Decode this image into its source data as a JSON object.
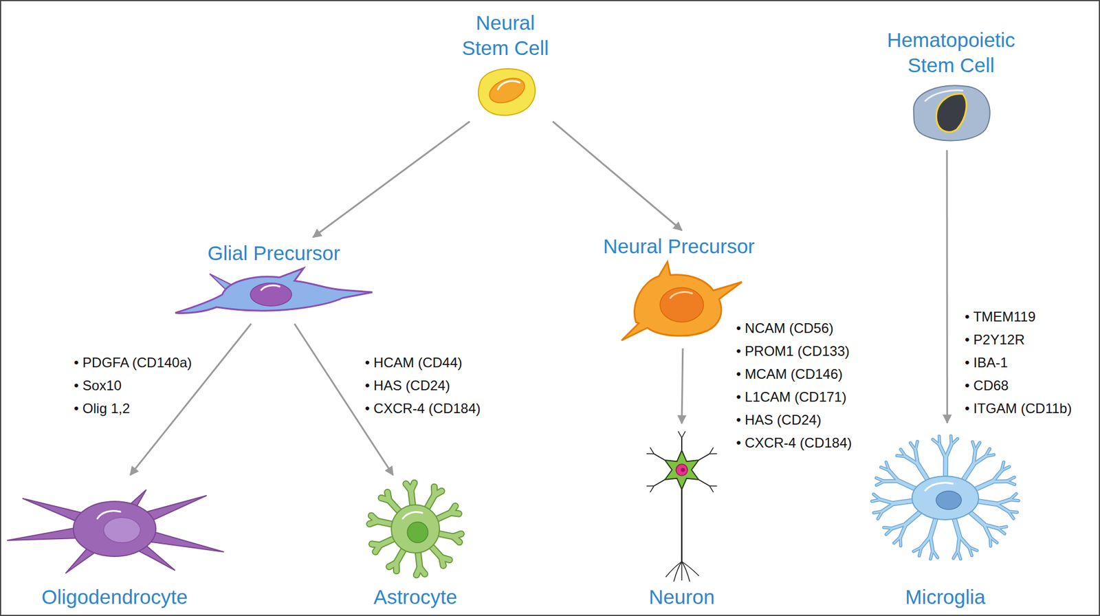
{
  "diagram": {
    "nodes": [
      {
        "text": [
          "Neural Stem Cell"
        ]
      },
      {
        "text": [
          "Hematopoietic Stem Cell"
        ]
      },
      {
        "text": [
          "Glial Precursor"
        ]
      },
      {
        "text": [
          "Neural Precursor"
        ]
      },
      {
        "text": [
          "Oligodendrocyte"
        ]
      },
      {
        "text": [
          "Astrocyte"
        ]
      },
      {
        "text": [
          "Neuron"
        ]
      },
      {
        "text": [
          "Microglia"
        ]
      }
    ],
    "edges": [
      {
        "from": 0,
        "to": 2,
        "arrow": "to"
      },
      {
        "from": 0,
        "to": 3,
        "arrow": "to"
      },
      {
        "from": 2,
        "to": 4,
        "arrow": "to"
      },
      {
        "from": 2,
        "to": 5,
        "arrow": "to"
      },
      {
        "from": 3,
        "to": 6,
        "arrow": "to"
      },
      {
        "from": 1,
        "to": 7,
        "arrow": "to"
      }
    ],
    "labels": [
      "• PDGFA (CD140a)",
      "• Sox10",
      "• Olig 1,2",
      "• HCAM (CD44)",
      "• HAS (CD24)",
      "• CXCR-4 (CD184)",
      "• NCAM (CD56)",
      "• PROM1 (CD133)",
      "• MCAM (CD146)",
      "• L1CAM (CD171)",
      "• HAS (CD24)",
      "• CXCR-4 (CD184)",
      "• TMEM119",
      "• P2Y12R",
      "• IBA-1",
      "• CD68",
      "• ITGAM (CD11b)"
    ]
  }
}
